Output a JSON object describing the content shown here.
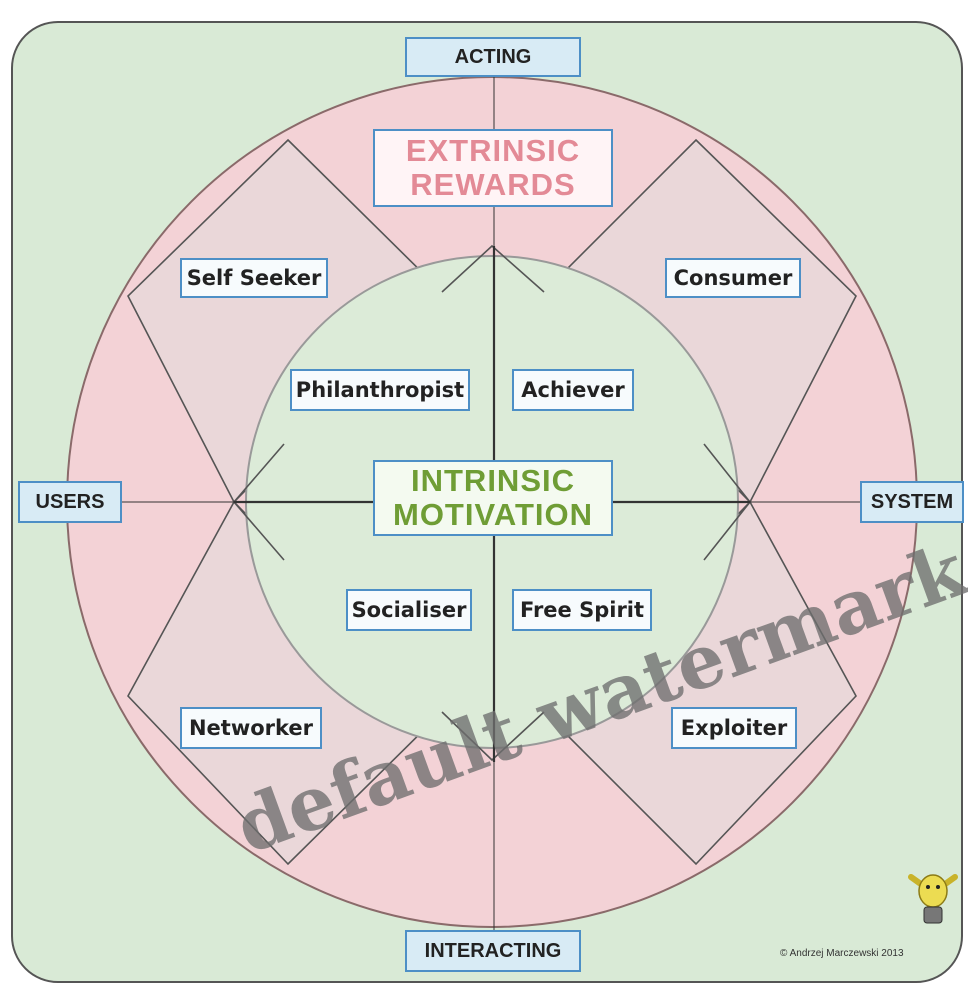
{
  "axes": {
    "top": "ACTING",
    "bottom": "INTERACTING",
    "left": "USERS",
    "right": "SYSTEM"
  },
  "extrinsic": {
    "line1": "EXTRINSIC",
    "line2": "REWARDS"
  },
  "intrinsic": {
    "line1": "INTRINSIC",
    "line2": "MOTIVATION"
  },
  "outer_types": {
    "top_left": "Self Seeker",
    "top_right": "Consumer",
    "bottom_left": "Networker",
    "bottom_right": "Exploiter"
  },
  "inner_types": {
    "top_left": "Philanthropist",
    "top_right": "Achiever",
    "bottom_left": "Socialiser",
    "bottom_right": "Free Spirit"
  },
  "copyright": "© Andrzej Marczewski 2013",
  "watermark": "default watermark",
  "colors": {
    "background": "#d9ead6",
    "outer_ring": "#f3d2d6",
    "inner_circle": "#dcebd8",
    "diamond": "#ead7d9",
    "box_border": "#4d8fc6",
    "extrinsic_text": "#e38a96",
    "intrinsic_text": "#6f9d35"
  }
}
